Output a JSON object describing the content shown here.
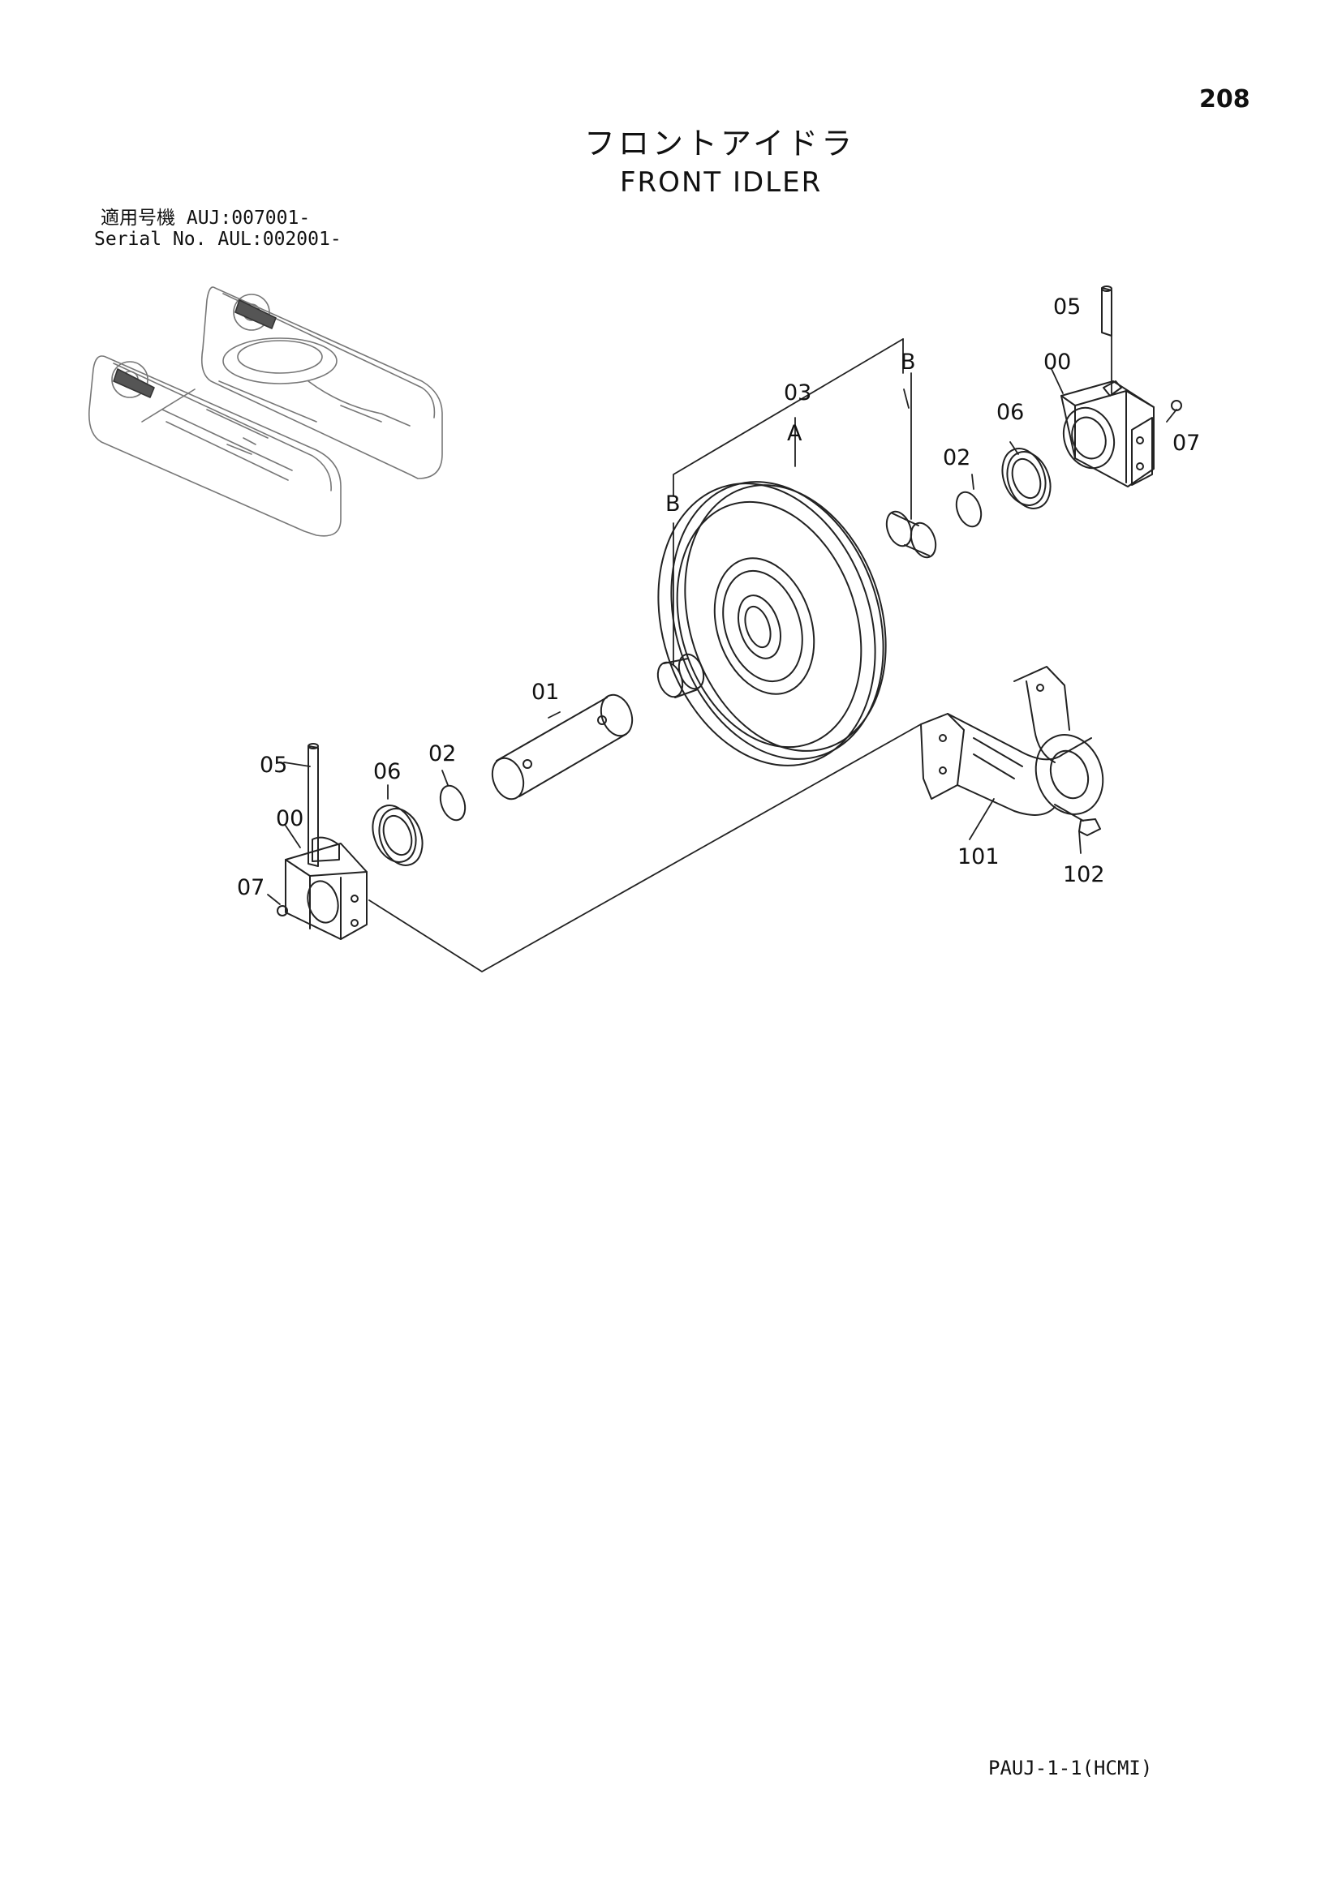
{
  "page_number": "208",
  "title_jp": "フロントアイドラ",
  "title_en": "FRONT IDLER",
  "serial": {
    "line1_label": "適用号機",
    "line1_value": "AUJ:007001-",
    "line2_label": "Serial No.",
    "line2_value": "AUL:002001-"
  },
  "callouts": {
    "pin_right": "05",
    "bearing_right": "00",
    "screw_right": "07",
    "seal_right": "06",
    "oring_right": "02",
    "bushing_right": "B",
    "idler": "03",
    "idler_assy": "A",
    "bushing_left": "B",
    "shaft": "01",
    "pin_left": "05",
    "seal_left": "06",
    "oring_left": "02",
    "bearing_left": "00",
    "screw_left": "07",
    "yoke": "101",
    "bolt": "102"
  },
  "footer_code": "PAUJ-1-1(HCMI)"
}
